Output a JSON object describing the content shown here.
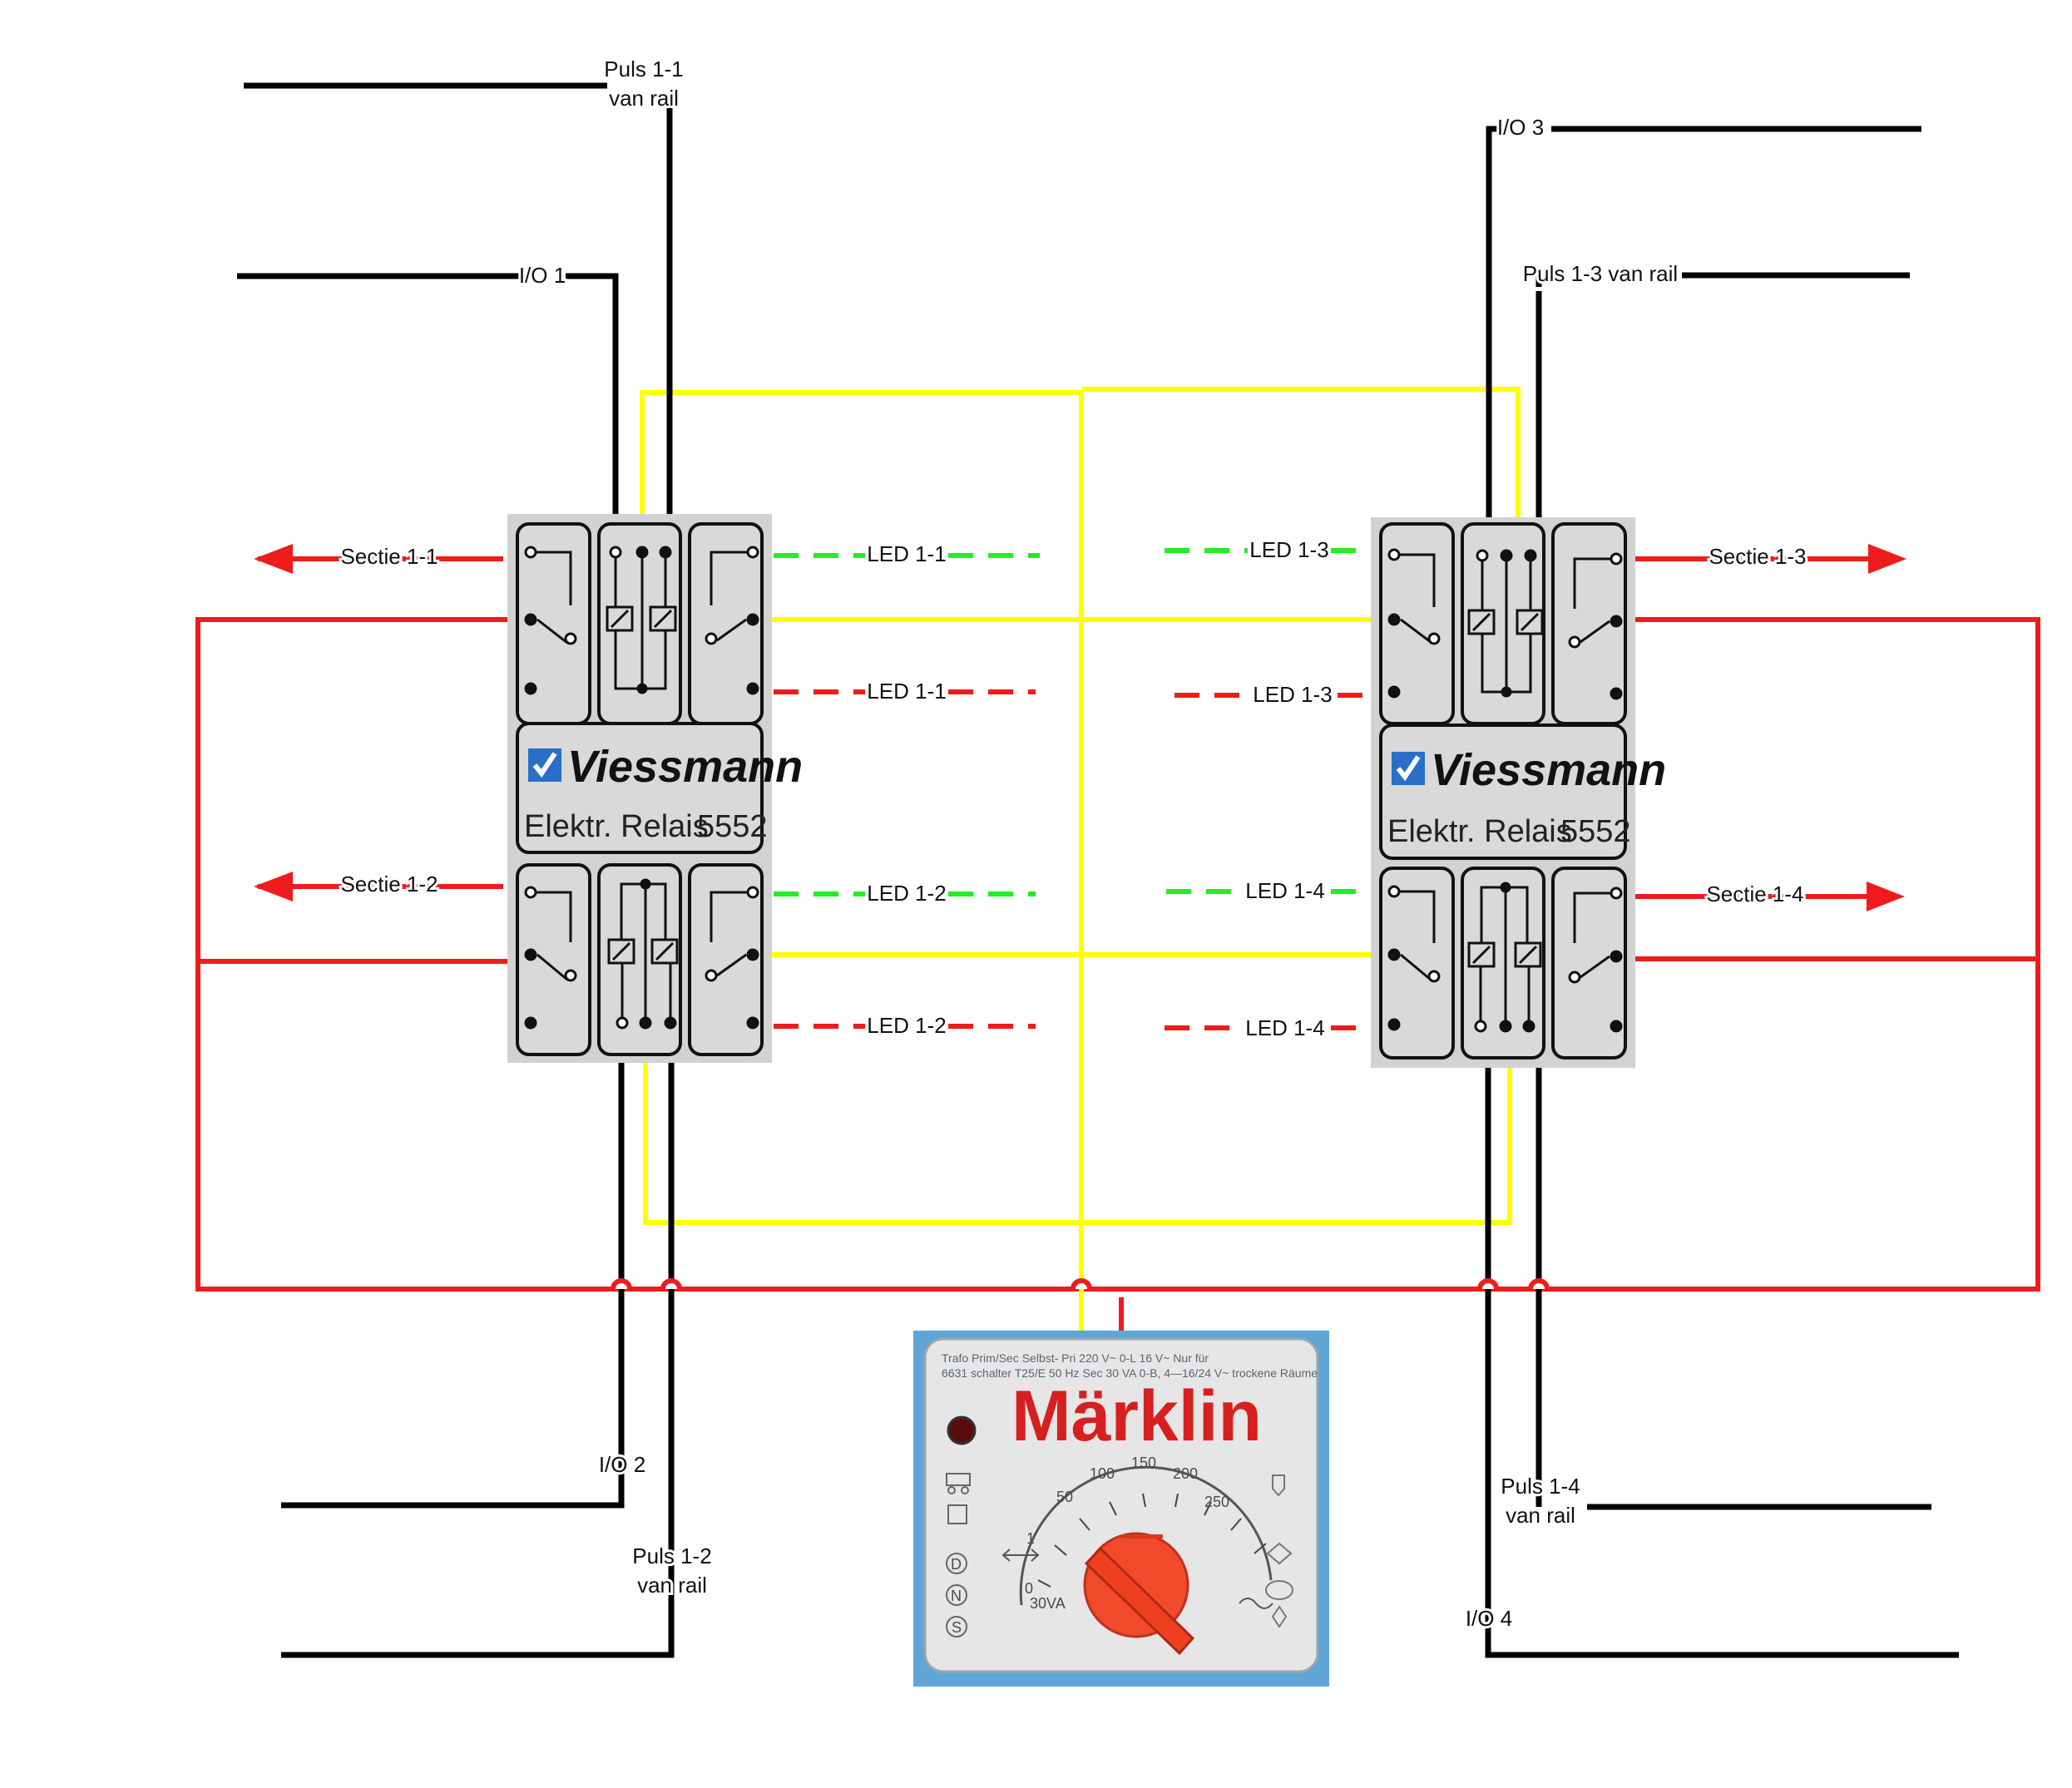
{
  "labels": {
    "puls_1_1": [
      "Puls 1-1",
      "van rail"
    ],
    "io_1": "I/O 1",
    "io_3": "I/O 3",
    "puls_1_3": "Puls 1-3 van rail",
    "sectie_1_1": "Sectie 1-1",
    "sectie_1_2": "Sectie 1-2",
    "sectie_1_3": "Sectie 1-3",
    "sectie_1_4": "Sectie 1-4",
    "led_1_1_green": "LED 1-1",
    "led_1_1_red": "LED 1-1",
    "led_1_2_green": "LED 1-2",
    "led_1_2_red": "LED 1-2",
    "led_1_3_green": "LED 1-3",
    "led_1_3_red": "LED 1-3",
    "led_1_4_green": "LED 1-4",
    "led_1_4_red": "LED 1-4",
    "io_2": "I/O 2",
    "puls_1_2": [
      "Puls 1-2",
      "van rail"
    ],
    "puls_1_4": [
      "Puls 1-4",
      "van rail"
    ],
    "io_4": "I/O 4"
  },
  "relays": [
    {
      "brand": "Viessmann",
      "product": "Elektr. Relais",
      "model": "5552"
    },
    {
      "brand": "Viessmann",
      "product": "Elektr. Relais",
      "model": "5552"
    }
  ],
  "transformer": {
    "brand": "Märklin",
    "spec_line1": "Trafo   Prim/Sec Selbst-   Pri 220 V~     0-L 16 V~        Nur für",
    "spec_line2": "6631    schalter T25/E     50 Hz Sec 30 VA   0-B, 4—16/24 V~  trockene Räume",
    "dial_ticks": [
      "0",
      "1",
      "50",
      "100",
      "150",
      "200",
      "250"
    ],
    "power": "30VA",
    "side_marks": [
      "D",
      "N",
      "S"
    ]
  },
  "colors": {
    "signal_wire": "#000000",
    "power_wire": "#ee1c1c",
    "common_wire": "#ffff00",
    "led_green": "#22ee22",
    "led_red": "#ee1c1c",
    "trafo_case": "#5fa6d6",
    "trafo_knob": "#f04a2a"
  }
}
